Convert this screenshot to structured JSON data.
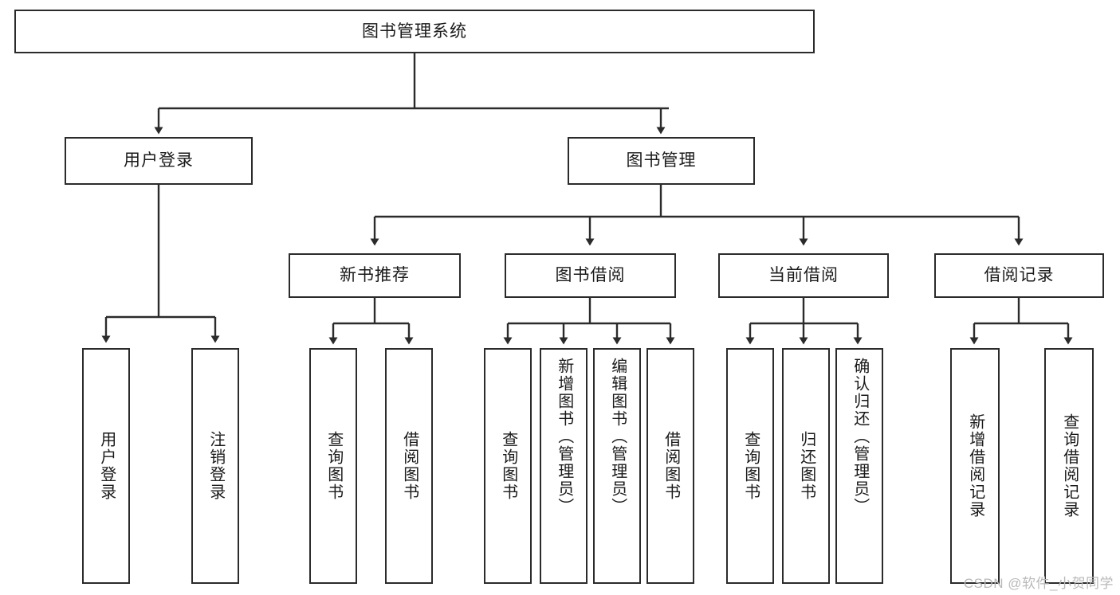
{
  "diagram": {
    "type": "tree",
    "title": "图书管理系统",
    "watermark": "CSDN @软件_小贺同学",
    "colors": {
      "box_border": "#2b2b2b",
      "box_fill": "#ffffff",
      "line": "#2b2b2b",
      "text": "#1a1a1a",
      "watermark": "#b9b9b9"
    },
    "root": {
      "label": "图书管理系统"
    },
    "level2": [
      {
        "label": "用户登录"
      },
      {
        "label": "图书管理"
      }
    ],
    "level3": [
      {
        "label": "新书推荐"
      },
      {
        "label": "图书借阅"
      },
      {
        "label": "当前借阅"
      },
      {
        "label": "借阅记录"
      }
    ],
    "leaves": {
      "user_login": [
        {
          "label": "用户登录"
        },
        {
          "label": "注销登录"
        }
      ],
      "new_book_recommend": [
        {
          "label": "查询图书"
        },
        {
          "label": "借阅图书"
        }
      ],
      "book_borrow": [
        {
          "label": "查询图书"
        },
        {
          "label": "新增图书（管理员）"
        },
        {
          "label": "编辑图书（管理员）"
        },
        {
          "label": "借阅图书"
        }
      ],
      "current_borrow": [
        {
          "label": "查询图书"
        },
        {
          "label": "归还图书"
        },
        {
          "label": "确认归还（管理员）"
        }
      ],
      "borrow_record": [
        {
          "label": "新增借阅记录"
        },
        {
          "label": "查询借阅记录"
        }
      ]
    }
  }
}
